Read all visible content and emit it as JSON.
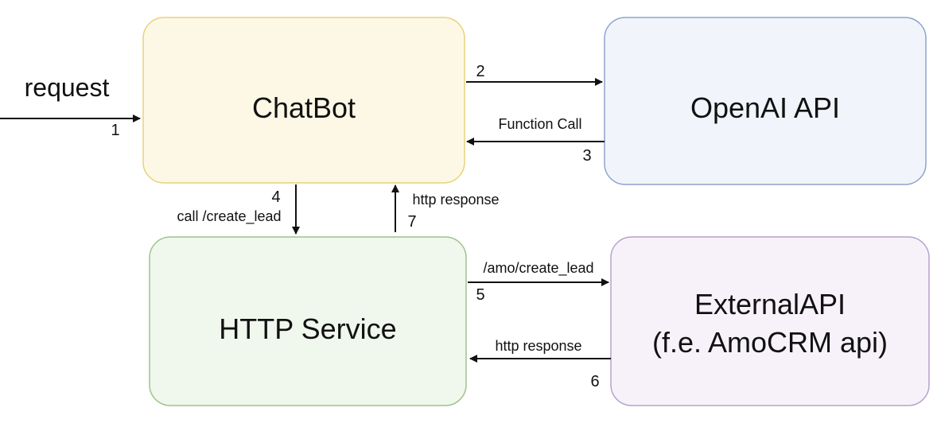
{
  "nodes": {
    "chatbot": {
      "label": "ChatBot",
      "fill": "#fdf8e6",
      "stroke": "#e8d27a"
    },
    "openai": {
      "label": "OpenAI API",
      "fill": "#f1f4fb",
      "stroke": "#8ea4cc"
    },
    "http_service": {
      "label": "HTTP Service",
      "fill": "#f0f7ec",
      "stroke": "#9cc48a"
    },
    "external": {
      "line1": "ExternalAPI",
      "line2": "(f.e. AmoCRM api)",
      "fill": "#f7f2fa",
      "stroke": "#b7a2cc"
    }
  },
  "edges": {
    "request": {
      "label": "request",
      "step": "1"
    },
    "to_openai": {
      "step": "2"
    },
    "function_call": {
      "label": "Function Call",
      "step": "3"
    },
    "create_lead": {
      "label": "call /create_lead",
      "step": "4"
    },
    "amo_create_lead": {
      "label": "/amo/create_lead",
      "step": "5"
    },
    "amo_response": {
      "label": "http response",
      "step": "6"
    },
    "service_response": {
      "label": "http response",
      "step": "7"
    }
  },
  "colors": {
    "line": "#111111"
  }
}
